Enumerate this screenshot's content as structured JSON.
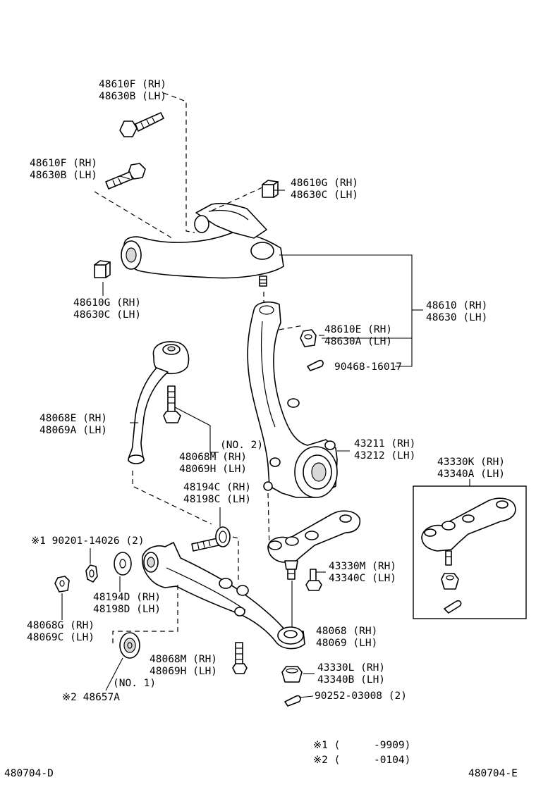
{
  "labels": [
    {
      "id": "upper-bolt-a",
      "lines": [
        "48610F (RH)",
        "48630B (LH)"
      ]
    },
    {
      "id": "upper-bolt-b",
      "lines": [
        "48610F (RH)",
        "48630B (LH)"
      ]
    },
    {
      "id": "upper-nut-a",
      "lines": [
        "48610G (RH)",
        "48630C (LH)"
      ]
    },
    {
      "id": "upper-nut-b",
      "lines": [
        "48610G (RH)",
        "48630C (LH)"
      ]
    },
    {
      "id": "upper-arm-assy",
      "lines": [
        "48610 (RH)",
        "48630 (LH)"
      ]
    },
    {
      "id": "upper-ball-nut",
      "lines": [
        "48610E (RH)",
        "48630A (LH)"
      ]
    },
    {
      "id": "cotter-pin-upper",
      "lines": [
        "90468-16017"
      ]
    },
    {
      "id": "strut-rod",
      "lines": [
        "48068E (RH)",
        "48069A (LH)"
      ]
    },
    {
      "id": "bolt-no2",
      "lines": [
        "(NO. 2)",
        "48068M (RH)",
        "48069H (LH)"
      ]
    },
    {
      "id": "knuckle",
      "lines": [
        "43211 (RH)",
        "43212 (LH)"
      ]
    },
    {
      "id": "ball-joint-kit",
      "lines": [
        "43330K (RH)",
        "43340A (LH)"
      ]
    },
    {
      "id": "lower-bolt",
      "lines": [
        "48194C (RH)",
        "48198C (LH)"
      ]
    },
    {
      "id": "note1-bolt",
      "lines": [
        "※1 90201-14026 (2)"
      ]
    },
    {
      "id": "lower-ball-bolt",
      "lines": [
        "43330M (RH)",
        "43340C (LH)"
      ]
    },
    {
      "id": "cam-plate",
      "lines": [
        "48194D (RH)",
        "48198D (LH)"
      ]
    },
    {
      "id": "lower-nut",
      "lines": [
        "48068G (RH)",
        "48069C (LH)"
      ]
    },
    {
      "id": "lower-arm",
      "lines": [
        "48068 (RH)",
        "48069 (LH)"
      ]
    },
    {
      "id": "bolt-no1",
      "lines": [
        "48068M (RH)",
        "48069H (LH)",
        "(NO. 1)"
      ]
    },
    {
      "id": "ball-nut-lower",
      "lines": [
        "43330L (RH)",
        "43340B (LH)"
      ]
    },
    {
      "id": "cotter-pin-lower",
      "lines": [
        "90252-03008 (2)"
      ]
    },
    {
      "id": "bushing",
      "lines": [
        "※2 48657A"
      ]
    }
  ],
  "notes": [
    {
      "mark": "※1 (",
      "value": "-9909)"
    },
    {
      "mark": "※2 (",
      "value": "-0104)"
    }
  ],
  "footer": {
    "left": "480704-D",
    "right": "480704-E"
  }
}
